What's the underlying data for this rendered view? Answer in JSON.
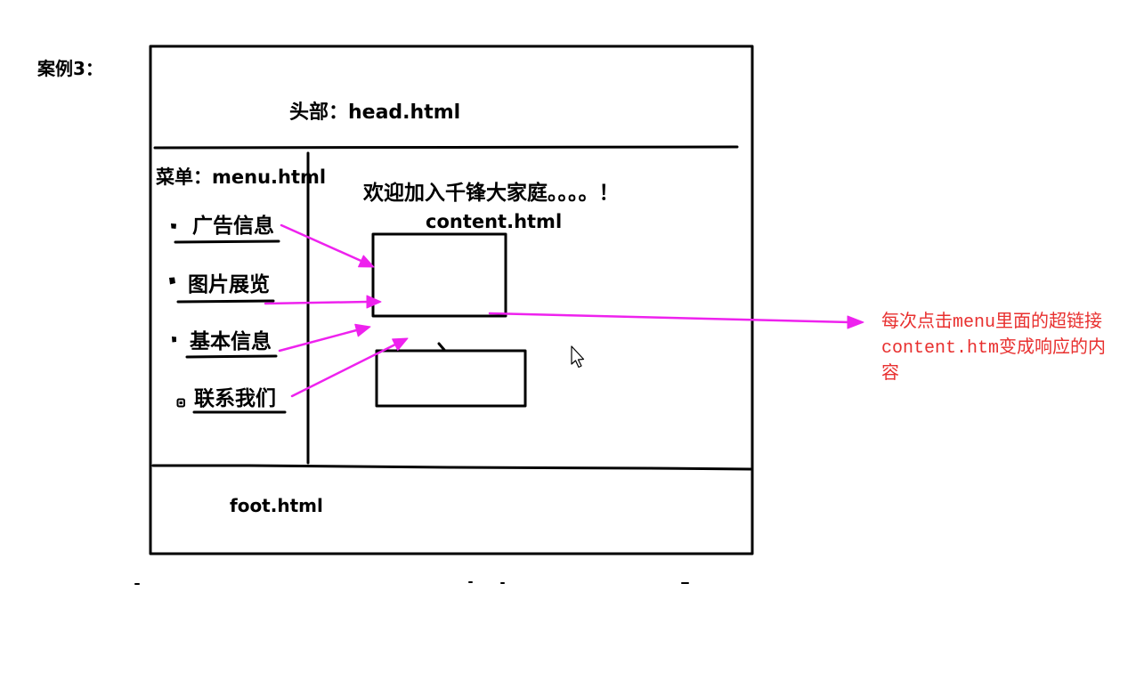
{
  "title": "案例3：",
  "head_label": "头部：head.html",
  "menu": {
    "label": "菜单：menu.html",
    "items": [
      {
        "label": "广告信息"
      },
      {
        "label": "图片展览"
      },
      {
        "label": "基本信息"
      },
      {
        "label": "联系我们"
      }
    ]
  },
  "content": {
    "welcome": "欢迎加入千锋大家庭。。。。！",
    "label": "content.html"
  },
  "foot_label": "foot.html",
  "annotation": {
    "lines": [
      "每次点击menu里面的超链接",
      "content.htm变成响应的内",
      "容"
    ]
  },
  "icons": {
    "cursor": "mouse-pointer-icon"
  },
  "colors": {
    "ink": "#000000",
    "arrow": "#ee22ee",
    "note": "#e8302f"
  }
}
